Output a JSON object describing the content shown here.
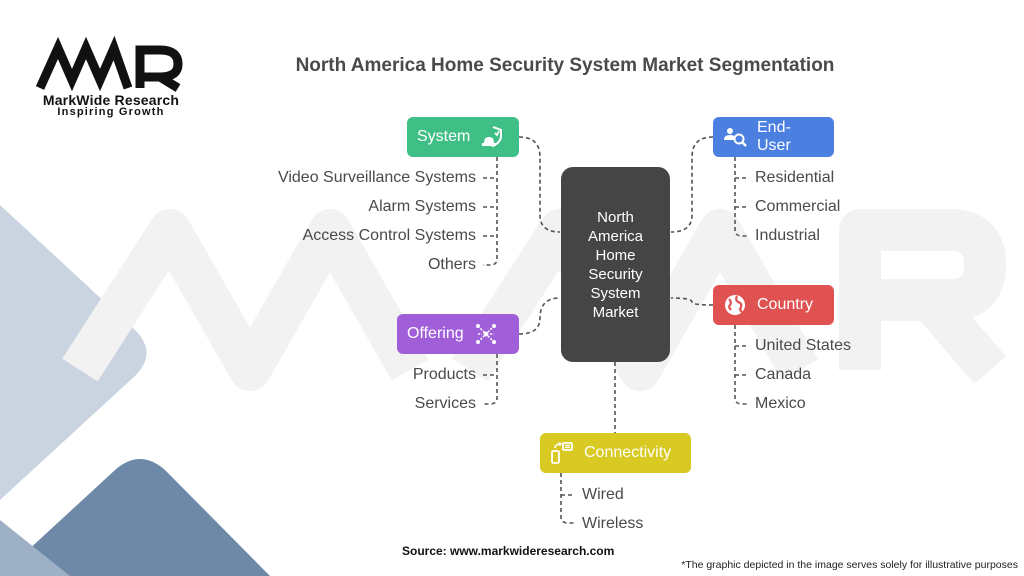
{
  "brand": {
    "logo_mark": "MWR",
    "name": "MarkWide Research",
    "tagline": "Inspiring Growth"
  },
  "title": "North America Home Security System Market Segmentation",
  "center_label": "North America Home Security System Market",
  "colors": {
    "system": "#3fbf86",
    "end_user": "#4b7fe0",
    "country": "#e05252",
    "offering": "#a05fd8",
    "connectivity": "#d9c923",
    "center": "#454545"
  },
  "segments": {
    "system": {
      "label": "System",
      "icon": "shield-alarm-icon",
      "items": [
        "Video Surveillance Systems",
        "Alarm Systems",
        "Access Control Systems",
        "Others"
      ]
    },
    "end_user": {
      "label": "End-User",
      "icon": "users-search-icon",
      "items": [
        "Residential",
        "Commercial",
        "Industrial"
      ]
    },
    "offering": {
      "label": "Offering",
      "icon": "network-dots-icon",
      "items": [
        "Products",
        "Services"
      ]
    },
    "country": {
      "label": "Country",
      "icon": "globe-icon",
      "items": [
        "United States",
        "Canada",
        "Mexico"
      ]
    },
    "connectivity": {
      "label": "Connectivity",
      "icon": "devices-connect-icon",
      "items": [
        "Wired",
        "Wireless"
      ]
    }
  },
  "footer": {
    "source": "Source: www.markwideresearch.com",
    "disclaimer": "*The graphic depicted in the image serves solely for illustrative purposes"
  }
}
